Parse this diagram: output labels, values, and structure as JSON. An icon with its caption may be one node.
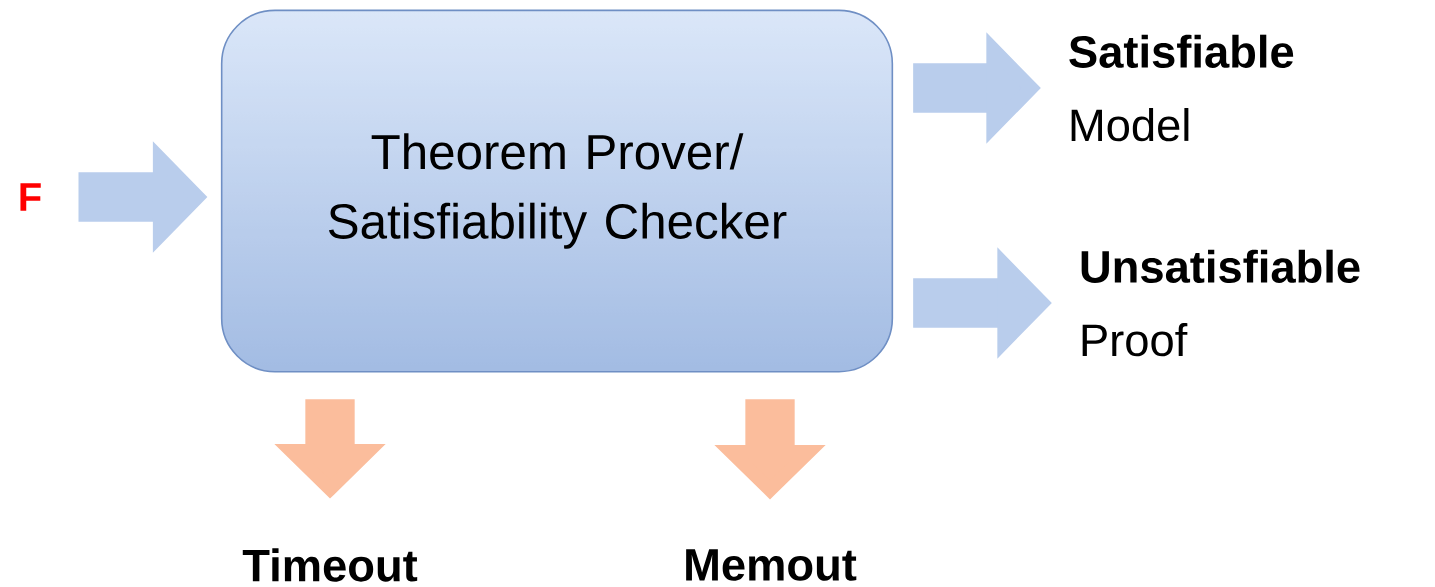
{
  "diagram": {
    "nodes": [
      {
        "text": [
          "F"
        ]
      },
      {
        "text": [
          "Theorem Prover/ Satisfiability Checker"
        ]
      },
      {
        "text": [
          "Satisfiable",
          "Model"
        ]
      },
      {
        "text": [
          "Unsatisfiable",
          "Proof"
        ]
      },
      {
        "text": [
          "Timeout"
        ]
      },
      {
        "text": [
          "Memout"
        ]
      }
    ],
    "edges": [
      {
        "from": 0,
        "to": 1,
        "arrow": "to"
      },
      {
        "from": 1,
        "to": 2,
        "arrow": "to"
      },
      {
        "from": 1,
        "to": 3,
        "arrow": "to"
      },
      {
        "from": 1,
        "to": 4,
        "arrow": "to",
        "color": "#fbbd9c"
      },
      {
        "from": 1,
        "to": 5,
        "arrow": "to",
        "color": "#fbbd9c"
      }
    ]
  }
}
